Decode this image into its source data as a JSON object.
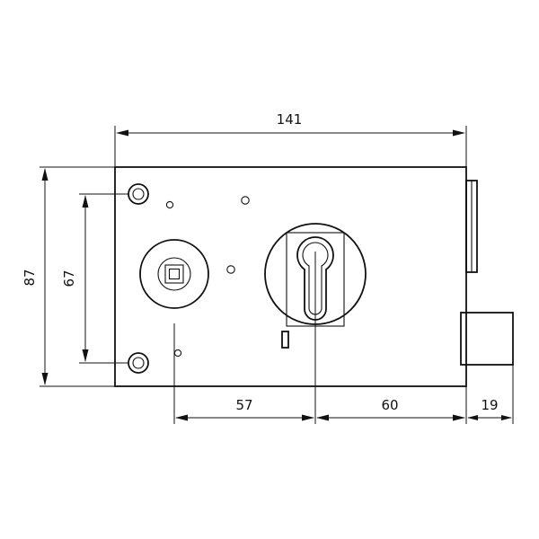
{
  "dimensions": {
    "overall_width": "141",
    "overall_height": "87",
    "screw_spacing": "67",
    "follower_to_cylinder": "57",
    "cylinder_to_edge": "60",
    "bolt_projection": "19"
  }
}
